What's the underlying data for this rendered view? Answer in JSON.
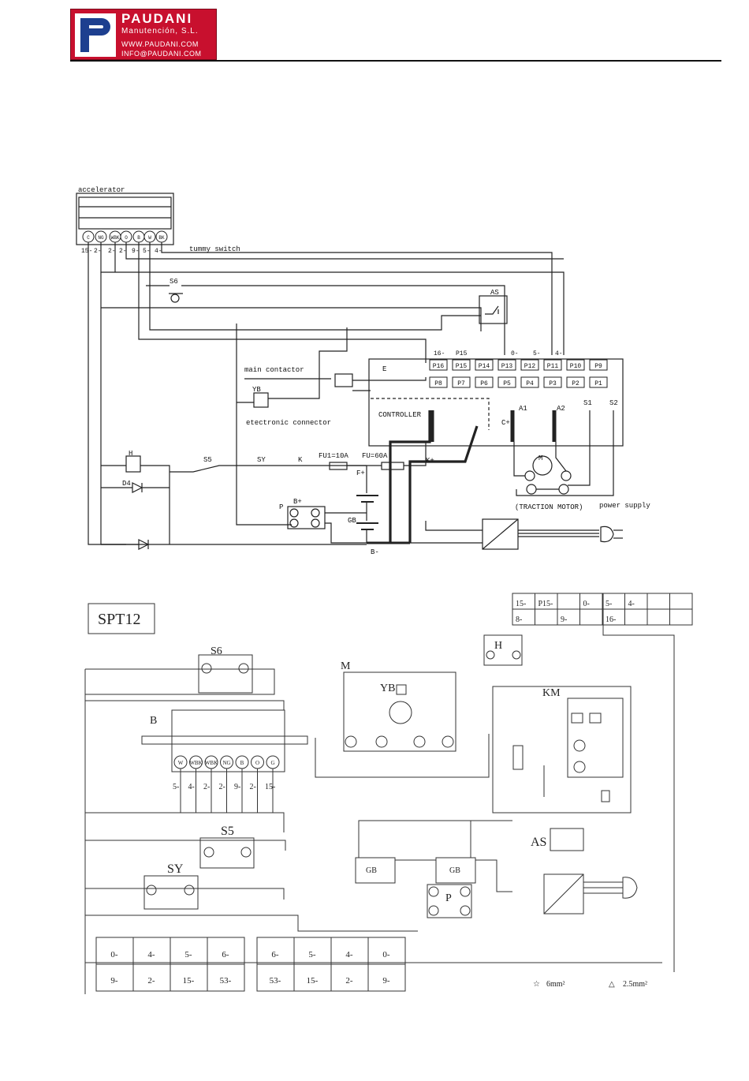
{
  "header": {
    "brand": "PAUDANI",
    "subtitle": "Manutención, S.L.",
    "website": "WWW.PAUDANI.COM",
    "email": "INFO@PAUDANI.COM"
  },
  "top_diagram": {
    "labels": {
      "accelerator": "accelerator",
      "tummy_switch": "tummy switch",
      "main_contactor": "main contactor",
      "electronic_connector": "etectronic connector",
      "controller": "CONTROLLER",
      "controller_e": "E",
      "traction_motor": "(TRACTION MOTOR)",
      "power_supply": "power supply",
      "fu1": "FU1=10A",
      "fu": "FU=60A",
      "s6": "S6",
      "as": "AS",
      "yb": "YB",
      "h": "H",
      "d4": "D4",
      "s5": "S5",
      "sy": "SY",
      "k": "K",
      "p": "P",
      "gb": "GB",
      "m": "M",
      "a1": "A1",
      "a2": "A2",
      "s1": "S1",
      "s2": "S2",
      "cplus": "C+",
      "kplus": "K+",
      "fplus": "F+",
      "bplus": "B+",
      "bminus": "B-"
    },
    "accelerator_pins": [
      "C",
      "NG",
      "WBK",
      "O",
      "B",
      "W",
      "BK"
    ],
    "accelerator_wires": [
      "15-",
      "2-",
      "2-",
      "2-",
      "9-",
      "5-",
      "4-"
    ],
    "pins_top": [
      "P16",
      "P15",
      "P14",
      "P13",
      "P12",
      "P11",
      "P10",
      "P9"
    ],
    "pins_bottom": [
      "P8",
      "P7",
      "P6",
      "P5",
      "P4",
      "P3",
      "P2",
      "P1"
    ],
    "wire_top": [
      "16-",
      "P15",
      "0-",
      "5-",
      "4-"
    ]
  },
  "bottom_diagram": {
    "title": "SPT12",
    "connector_top_row": [
      "15-",
      "P15-",
      "",
      "0-",
      "5-",
      "4-",
      "",
      ""
    ],
    "connector_bottom_row": [
      "8-",
      "",
      "9-",
      "",
      "16-",
      "",
      "",
      ""
    ],
    "labels": {
      "s6": "S6",
      "b": "B",
      "m": "M",
      "yb": "YB",
      "h": "H",
      "km": "KM",
      "s5": "S5",
      "sy": "SY",
      "as": "AS",
      "p": "P",
      "gb": "GB"
    },
    "b_pins": [
      "W",
      "WBK",
      "WBK",
      "NG",
      "B",
      "O",
      "G"
    ],
    "b_wires": [
      "5-",
      "4-",
      "2-",
      "2-",
      "9-",
      "2-",
      "15-"
    ],
    "connector_left_top": [
      "0-",
      "4-",
      "5-",
      "6-"
    ],
    "connector_left_bottom": [
      "9-",
      "2-",
      "15-",
      "53-"
    ],
    "connector_right_top": [
      "6-",
      "5-",
      "4-",
      "0-"
    ],
    "connector_right_bottom": [
      "53-",
      "15-",
      "2-",
      "9-"
    ],
    "legend_6mm": "6mm²",
    "legend_25mm": "2.5mm²"
  }
}
